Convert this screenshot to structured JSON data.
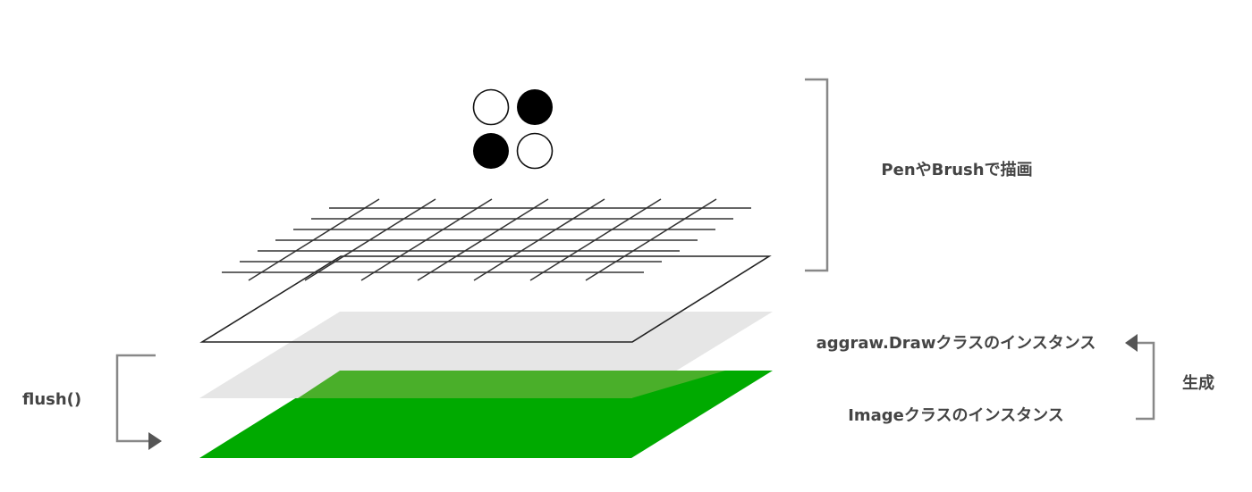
{
  "labels": {
    "pen_brush": "PenやBrushで描画",
    "draw_instance": "aggraw.Drawクラスのインスタンス",
    "image_instance": "Imageクラスのインスタンス",
    "generate": "生成",
    "flush": "flush()"
  },
  "pieces": [
    {
      "color": "white"
    },
    {
      "color": "black"
    },
    {
      "color": "black"
    },
    {
      "color": "white"
    }
  ],
  "colors": {
    "image_layer": "#00aa00",
    "draw_layer": "#e6e6e6",
    "overlap": "#4aaf2a",
    "bracket": "#888888",
    "arrow": "#555555",
    "text": "#444444"
  }
}
